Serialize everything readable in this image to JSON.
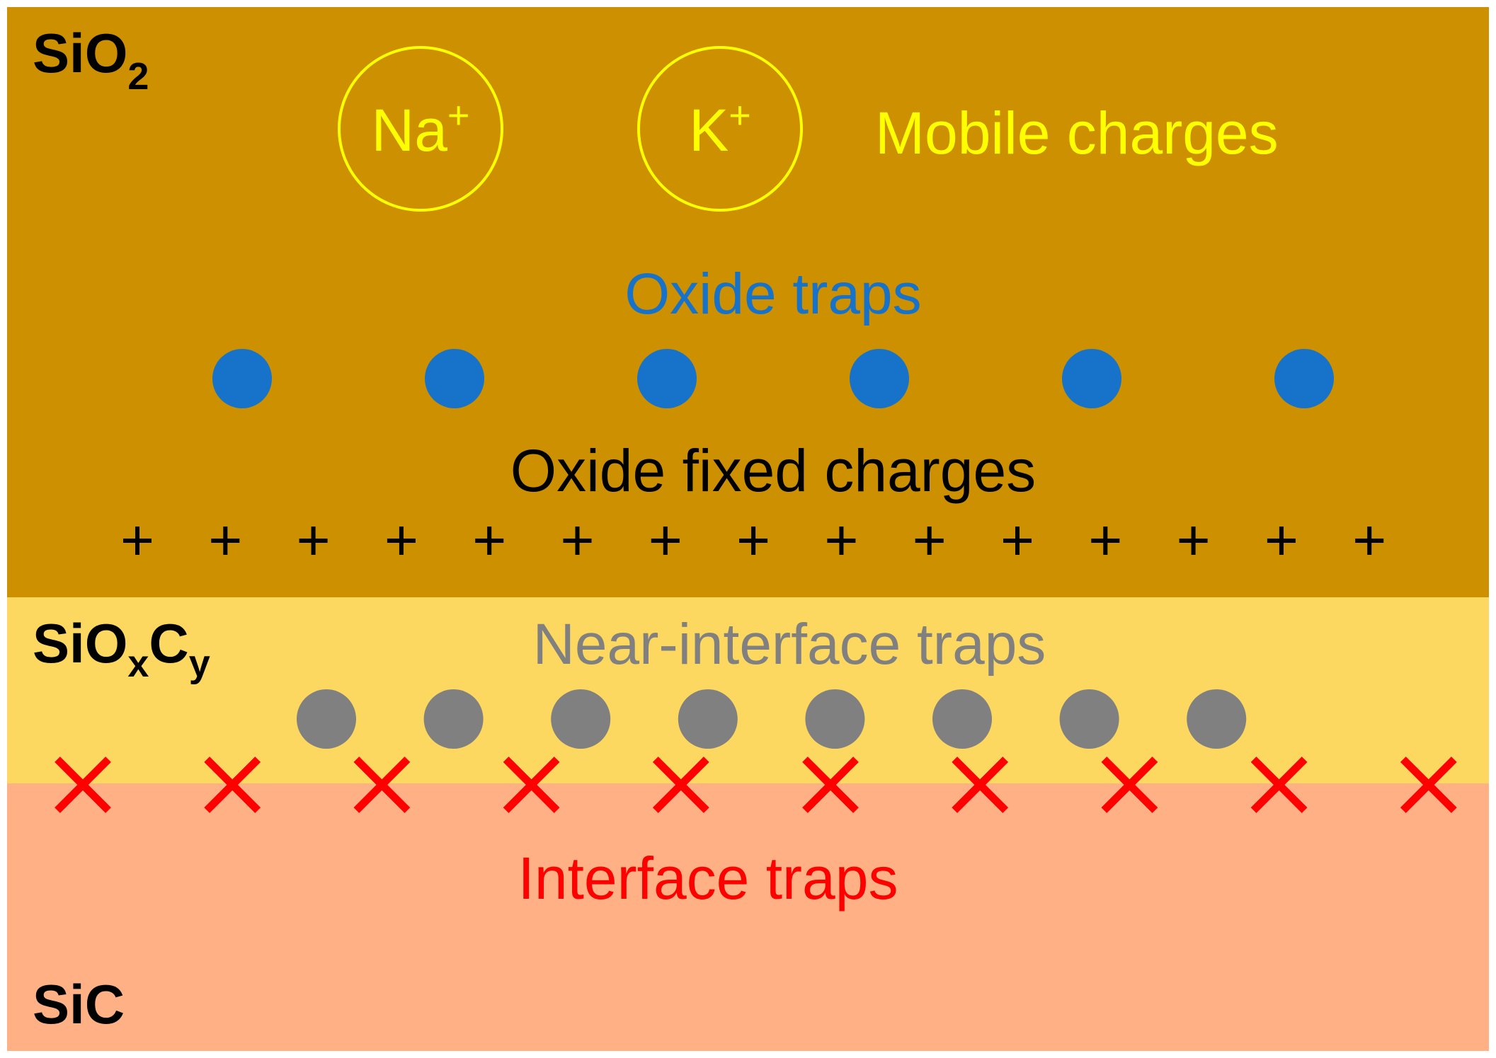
{
  "layers": {
    "oxide": {
      "name": "SiO",
      "sub": "2",
      "color": "#CC9000"
    },
    "interlayer": {
      "name_a": "SiO",
      "sub_a": "x",
      "name_b": "C",
      "sub_b": "y",
      "color": "#FDD860"
    },
    "substrate": {
      "name": "SiC",
      "color": "#FFB185"
    }
  },
  "mobile": {
    "label": "Mobile charges",
    "ions": [
      {
        "symbol": "Na",
        "charge": "+"
      },
      {
        "symbol": "K",
        "charge": "+"
      }
    ],
    "color": "#FFFF00"
  },
  "oxide_traps": {
    "label": "Oxide traps",
    "count": 6,
    "color": "#1773C9"
  },
  "fixed_charges": {
    "label": "Oxide fixed charges",
    "symbol": "+",
    "count": 15,
    "color": "#000000"
  },
  "near_interface_traps": {
    "label": "Near-interface traps",
    "count": 8,
    "color": "#808080"
  },
  "interface_traps": {
    "label": "Interface traps",
    "count": 10,
    "color": "#FF0000"
  }
}
